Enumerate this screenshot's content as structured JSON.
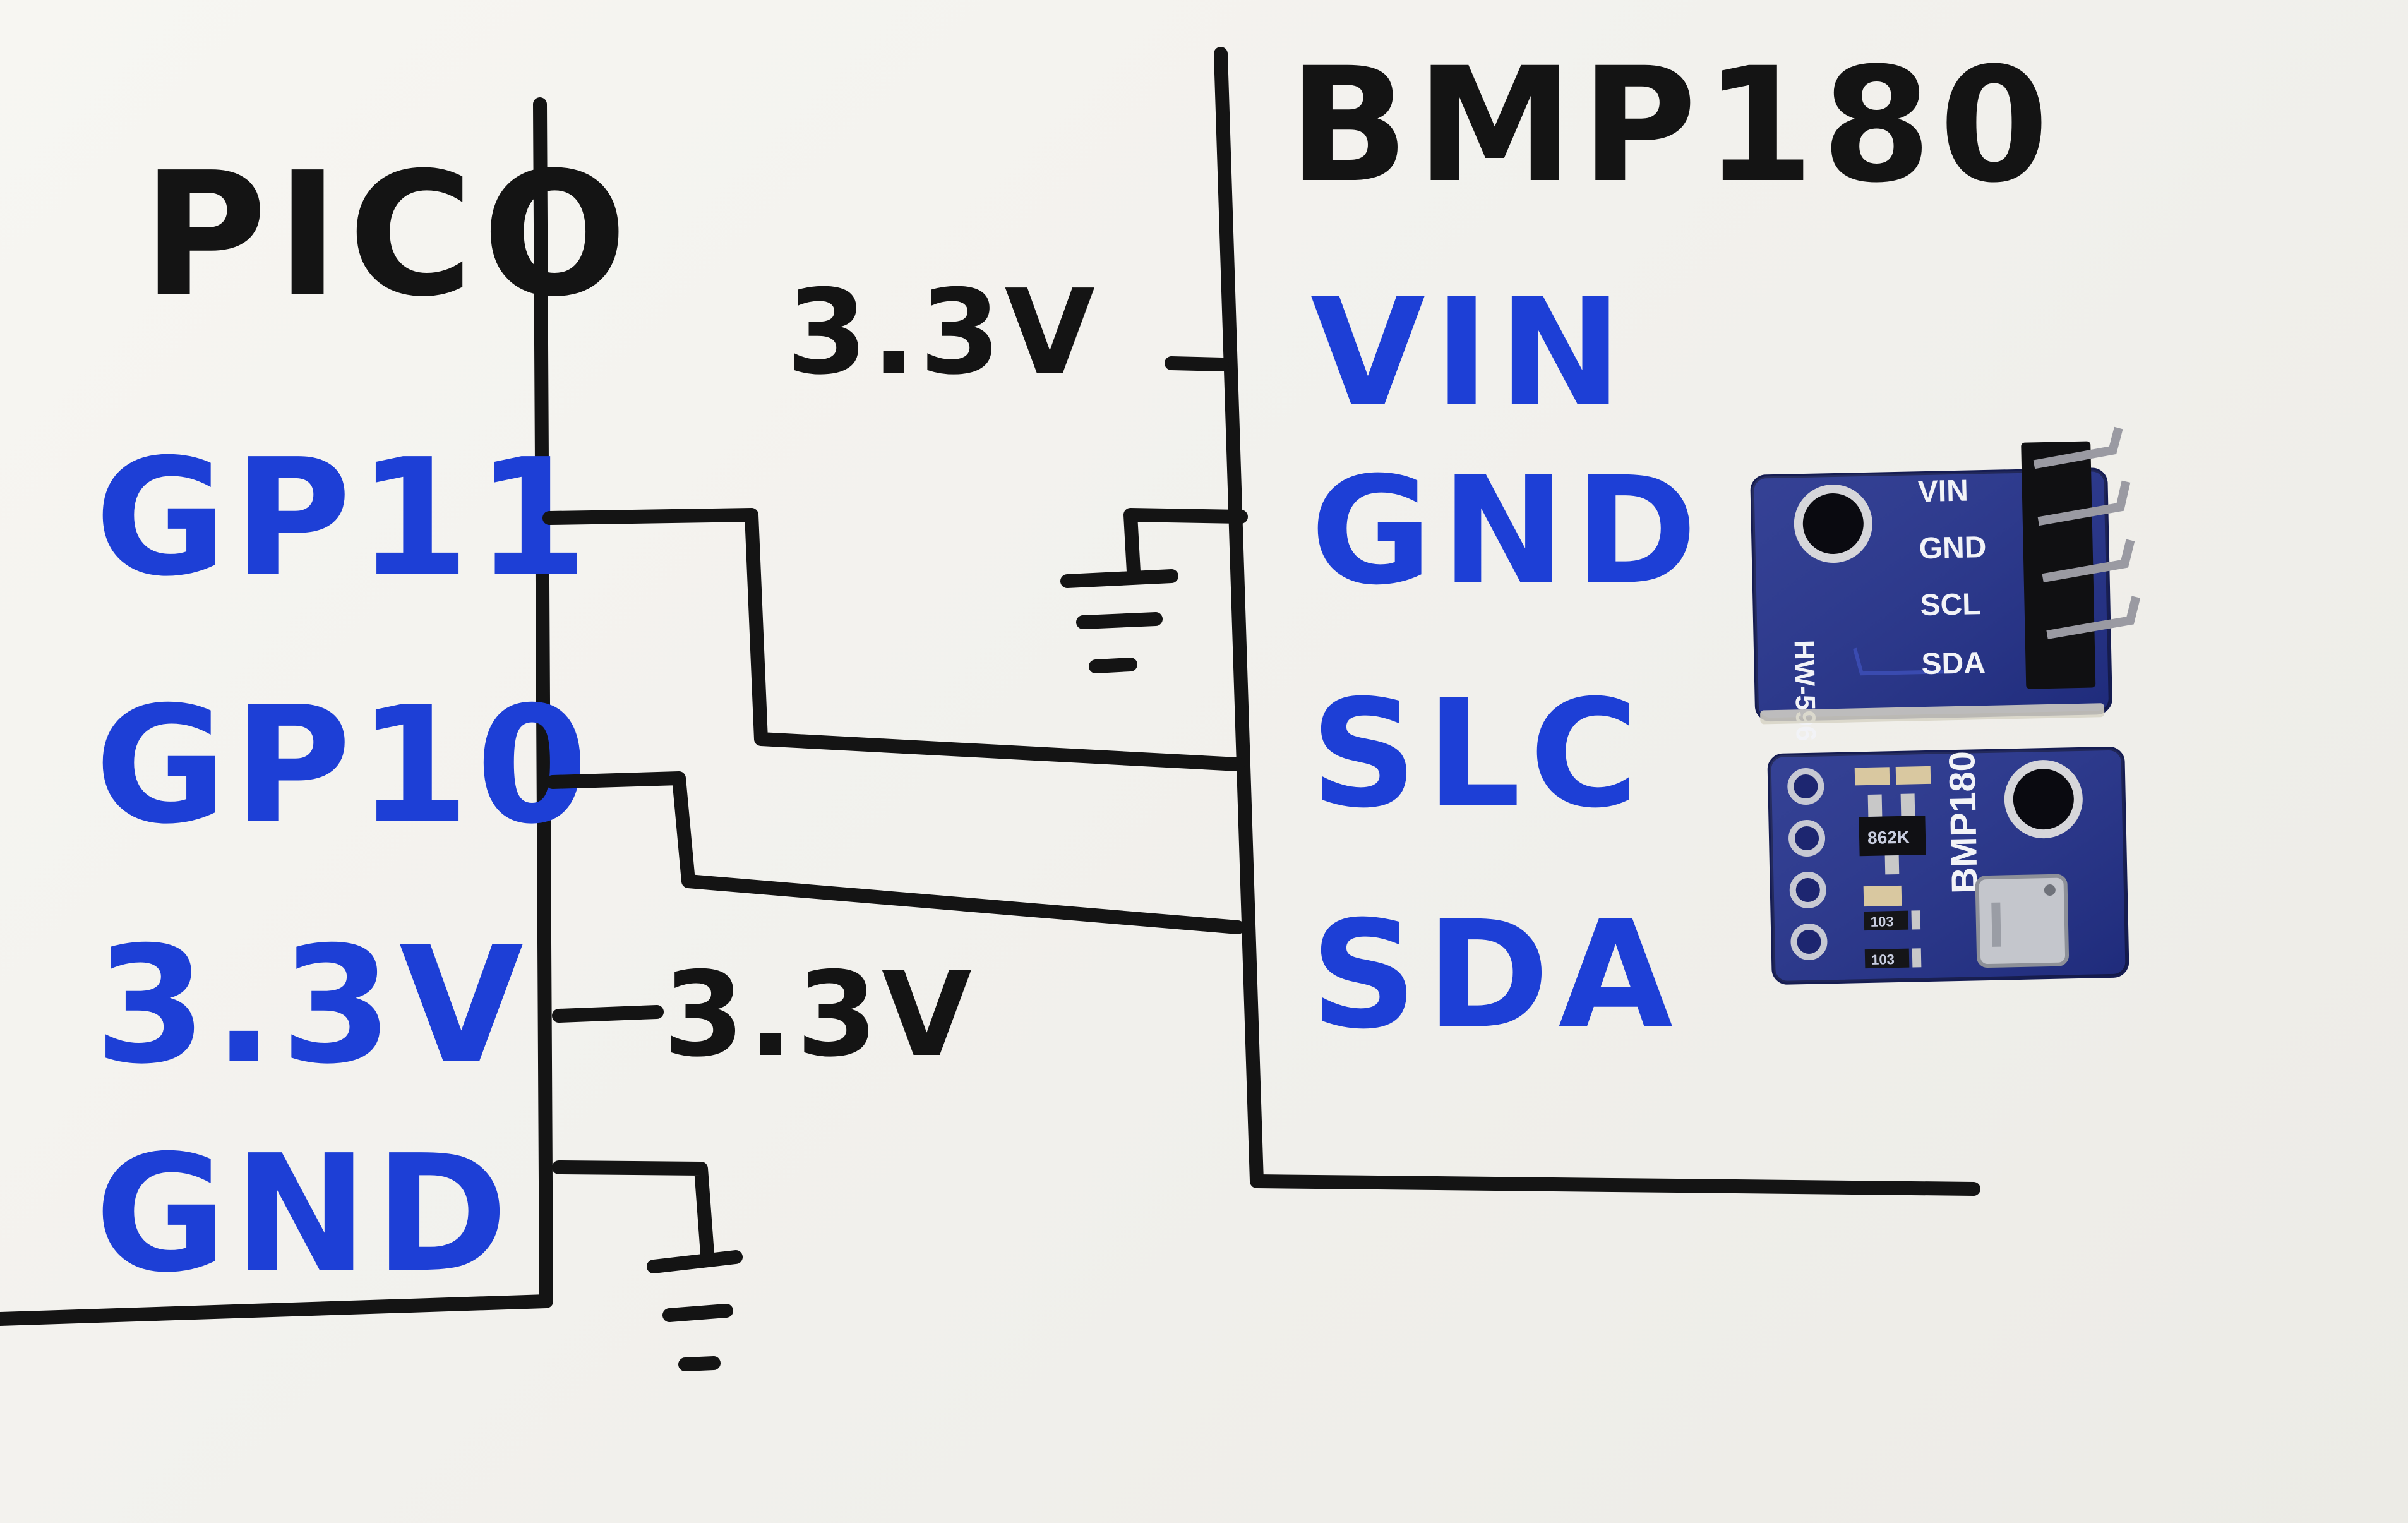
{
  "sketch": {
    "pico_title": "PICO",
    "bmp_title": "BMP180",
    "pico_pins": [
      "GP11",
      "GP10",
      "3.3V",
      "GND"
    ],
    "bmp_pins": [
      "VIN",
      "GND",
      "SLC",
      "SDA"
    ],
    "supply_labels": {
      "bmp_vin": "3.3V",
      "pico_out": "3.3V"
    },
    "ink_colors": {
      "lines": "#141414",
      "pins": "#1d3fd6"
    }
  },
  "module_back": {
    "model_label": "HW-596",
    "pin_labels": [
      "VIN",
      "GND",
      "SCL",
      "SDA"
    ]
  },
  "module_front": {
    "label": "BMP180",
    "chip_markings": [
      "862K",
      "103",
      "103"
    ]
  }
}
